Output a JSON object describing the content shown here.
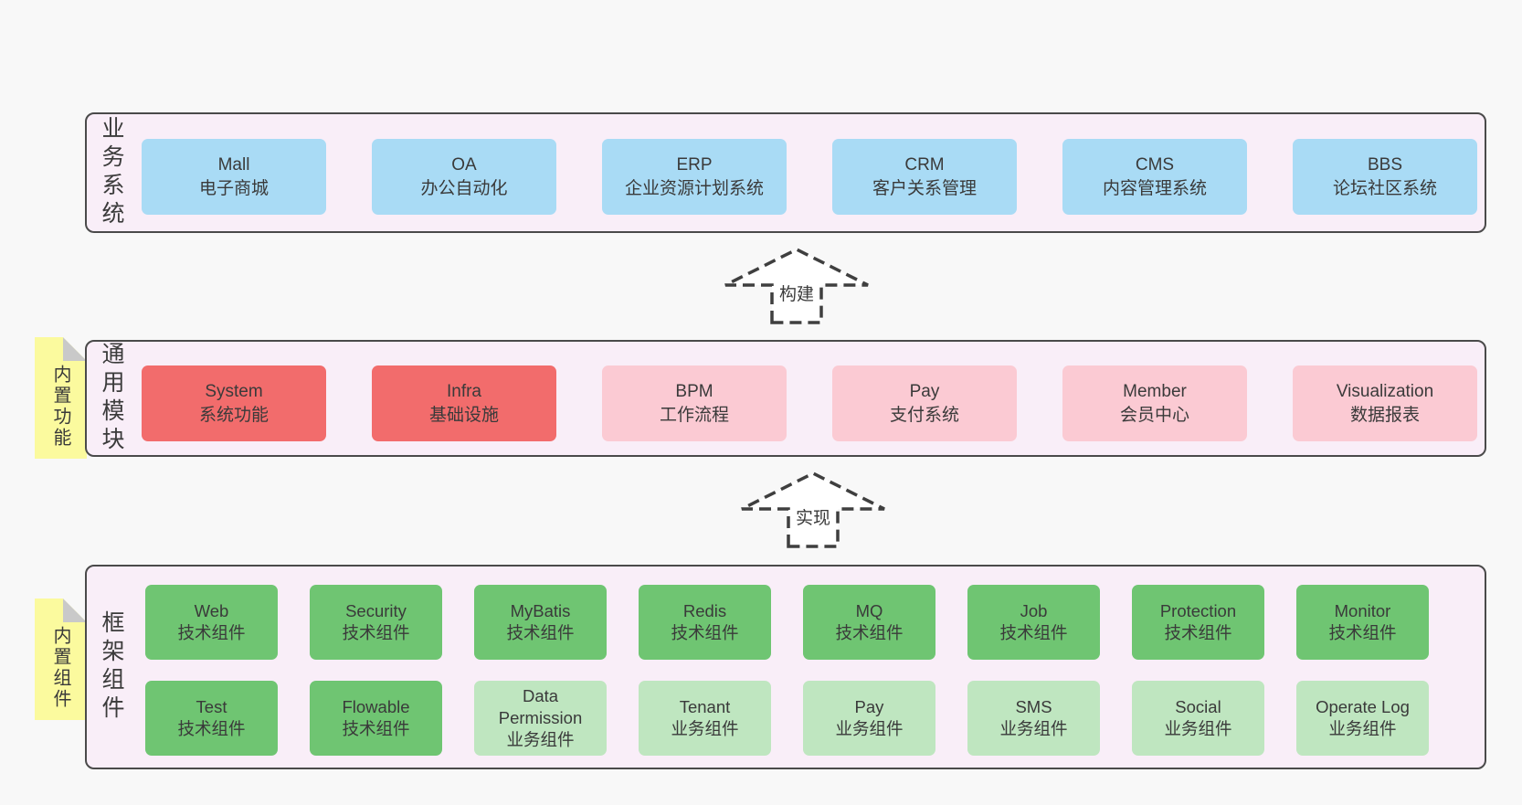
{
  "colors": {
    "line": "#3F3F3F",
    "layer_bg": "#F9EEF8",
    "layer_border": "#4A4A4A",
    "note_bg": "#FBFA9E",
    "note_fold": "#C9C9C9",
    "blue": "#A9DBF5",
    "red": "#F26C6C",
    "pink": "#FBCAD3",
    "green": "#6FC572",
    "green_light": "#BFE6C0"
  },
  "notes": [
    {
      "label": "内置功能"
    },
    {
      "label": "内置组件"
    }
  ],
  "arrows": [
    {
      "label": "构建"
    },
    {
      "label": "实现"
    }
  ],
  "layers": [
    {
      "label": "业务系统",
      "rows": [
        [
          {
            "en": "Mall",
            "zh": "电子商城",
            "variant": "blue"
          },
          {
            "en": "OA",
            "zh": "办公自动化",
            "variant": "blue"
          },
          {
            "en": "ERP",
            "zh": "企业资源计划系统",
            "variant": "blue"
          },
          {
            "en": "CRM",
            "zh": "客户关系管理",
            "variant": "blue"
          },
          {
            "en": "CMS",
            "zh": "内容管理系统",
            "variant": "blue"
          },
          {
            "en": "BBS",
            "zh": "论坛社区系统",
            "variant": "blue"
          }
        ]
      ]
    },
    {
      "label": "通用模块",
      "rows": [
        [
          {
            "en": "System",
            "zh": "系统功能",
            "variant": "red"
          },
          {
            "en": "Infra",
            "zh": "基础设施",
            "variant": "red"
          },
          {
            "en": "BPM",
            "zh": "工作流程",
            "variant": "pink"
          },
          {
            "en": "Pay",
            "zh": "支付系统",
            "variant": "pink"
          },
          {
            "en": "Member",
            "zh": "会员中心",
            "variant": "pink"
          },
          {
            "en": "Visualization",
            "zh": "数据报表",
            "variant": "pink"
          }
        ]
      ]
    },
    {
      "label": "框架组件",
      "rows": [
        [
          {
            "en": "Web",
            "zh": "技术组件",
            "variant": "green"
          },
          {
            "en": "Security",
            "zh": "技术组件",
            "variant": "green"
          },
          {
            "en": "MyBatis",
            "zh": "技术组件",
            "variant": "green"
          },
          {
            "en": "Redis",
            "zh": "技术组件",
            "variant": "green"
          },
          {
            "en": "MQ",
            "zh": "技术组件",
            "variant": "green"
          },
          {
            "en": "Job",
            "zh": "技术组件",
            "variant": "green"
          },
          {
            "en": "Protection",
            "zh": "技术组件",
            "variant": "green"
          },
          {
            "en": "Monitor",
            "zh": "技术组件",
            "variant": "green"
          }
        ],
        [
          {
            "en": "Test",
            "zh": "技术组件",
            "variant": "green"
          },
          {
            "en": "Flowable",
            "zh": "技术组件",
            "variant": "green"
          },
          {
            "en": "Data Permission",
            "zh": "业务组件",
            "variant": "green_light"
          },
          {
            "en": "Tenant",
            "zh": "业务组件",
            "variant": "green_light"
          },
          {
            "en": "Pay",
            "zh": "业务组件",
            "variant": "green_light"
          },
          {
            "en": "SMS",
            "zh": "业务组件",
            "variant": "green_light"
          },
          {
            "en": "Social",
            "zh": "业务组件",
            "variant": "green_light"
          },
          {
            "en": "Operate Log",
            "zh": "业务组件",
            "variant": "green_light"
          }
        ]
      ]
    }
  ]
}
